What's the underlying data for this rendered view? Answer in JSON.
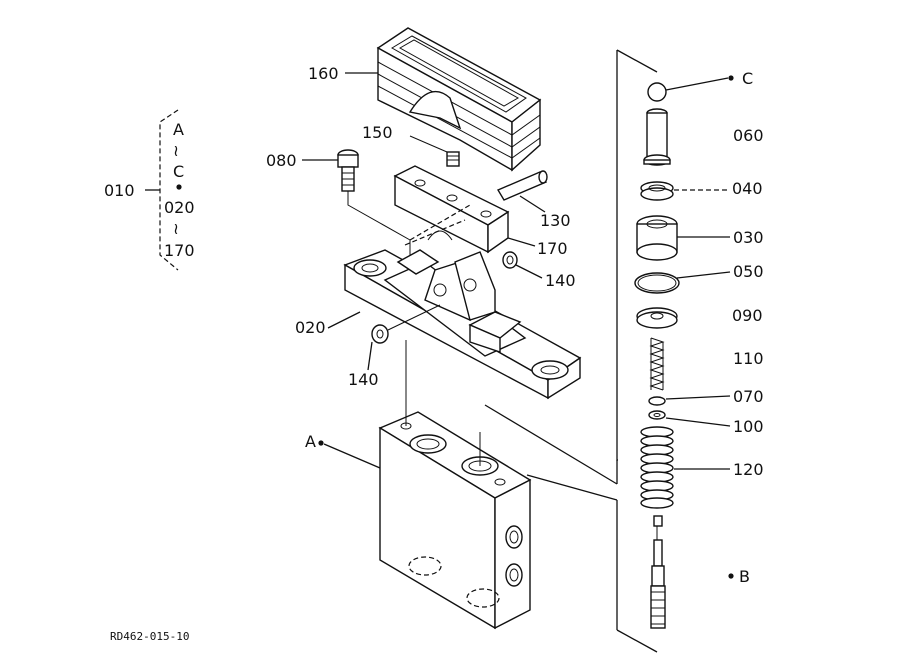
{
  "callouts": {
    "p160": "160",
    "p150": "150",
    "p080": "080",
    "p130": "130",
    "p170": "170",
    "p140a": "140",
    "p140b": "140",
    "p020": "020",
    "refA": "A",
    "refB": "B",
    "refC": "C",
    "p060": "060",
    "p040": "040",
    "p030": "030",
    "p050": "050",
    "p090": "090",
    "p110": "110",
    "p070": "070",
    "p100": "100",
    "p120": "120"
  },
  "group": {
    "id": "010",
    "range1_start": "A",
    "range1_sep": "≀",
    "range1_end": "C",
    "range2_start": "020",
    "range2_sep": "≀",
    "range2_end": "170"
  },
  "drawing_code": "RD462-015-10"
}
